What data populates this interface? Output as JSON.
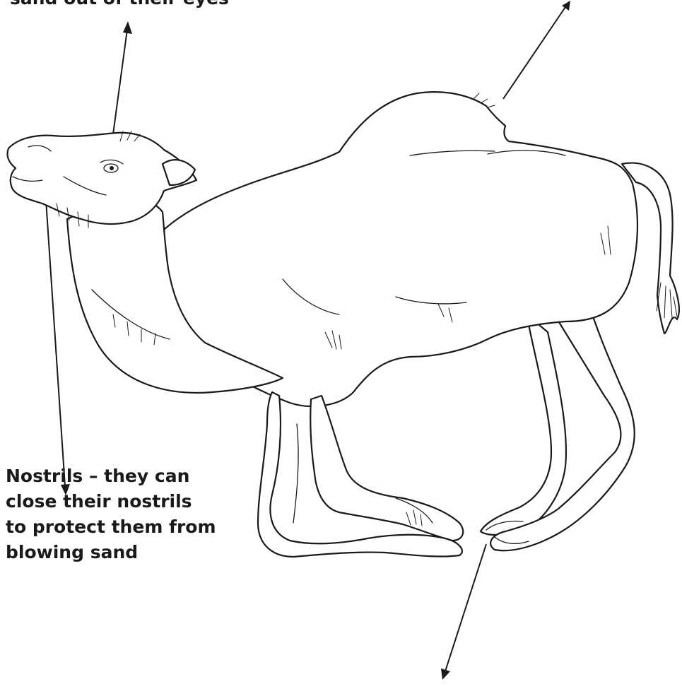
{
  "labels": {
    "eyes_partial": "sand out of their eyes",
    "nostrils_lines": [
      "Nostrils – they can",
      "close their nostrils",
      "to protect them from",
      "blowing sand"
    ]
  },
  "colors": {
    "ink": "#1a1a1a",
    "background": "#ffffff"
  }
}
